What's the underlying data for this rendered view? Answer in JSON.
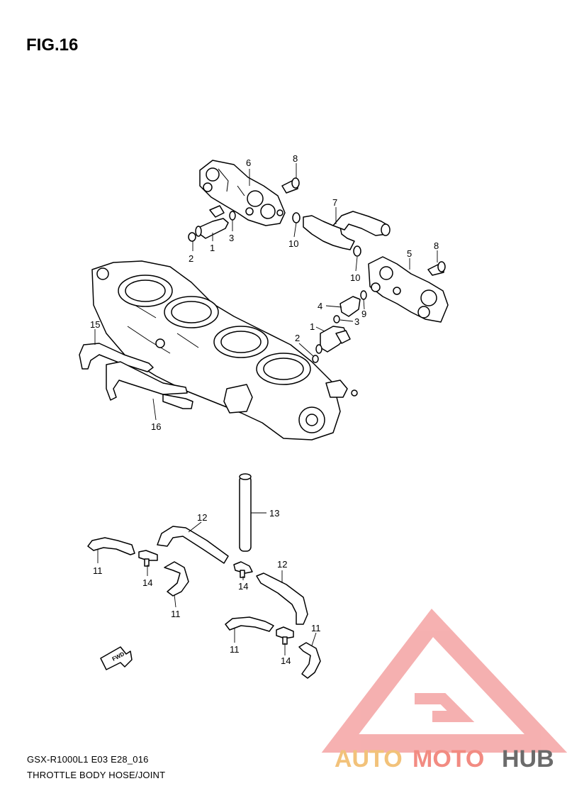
{
  "figure": {
    "title": "FIG.16"
  },
  "footer": {
    "code": "GSX-R1000L1 E03 E28_016",
    "caption": "THROTTLE BODY HOSE/JOINT"
  },
  "callouts": {
    "p1a": "1",
    "p1b": "1",
    "p2a": "2",
    "p2b": "2",
    "p3a": "3",
    "p3b": "3",
    "p4": "4",
    "p5": "5",
    "p6": "6",
    "p7": "7",
    "p8a": "8",
    "p8b": "8",
    "p9": "9",
    "p10a": "10",
    "p10b": "10",
    "p11a": "11",
    "p11b": "11",
    "p11c": "11",
    "p11d": "11",
    "p12a": "12",
    "p12b": "12",
    "p13": "13",
    "p14a": "14",
    "p14b": "14",
    "p14c": "14",
    "p15": "15",
    "p16": "16"
  },
  "fwd_label": "FWD",
  "watermark": {
    "text_a": "AUTO",
    "text_b": "MOTO",
    "text_c": "HUB",
    "color_a": "#f2c27a",
    "color_b": "#f28b82",
    "color_c": "#6b6b6b",
    "logo_color": "#f4a3a3"
  }
}
